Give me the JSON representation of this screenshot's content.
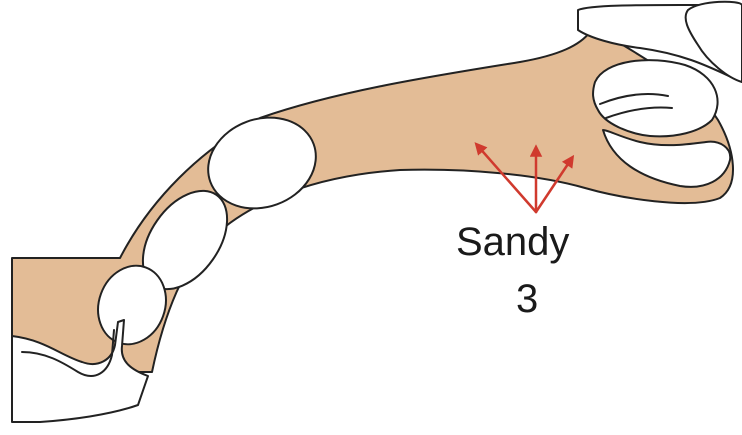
{
  "diagram": {
    "label_name": "Sandy",
    "label_number": "3",
    "colors": {
      "tissue": "#e3bc96",
      "outline": "#222222",
      "arrow": "#d03a2e",
      "background": "#ffffff"
    },
    "arrow_count": 3
  }
}
